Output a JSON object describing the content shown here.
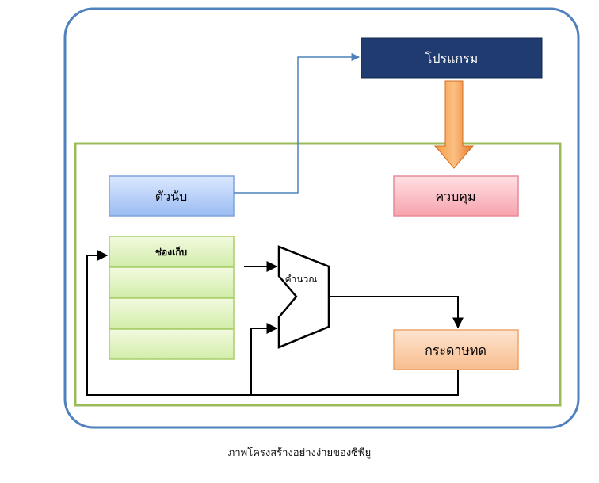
{
  "boxes": {
    "program": "โปรแกรม",
    "counter": "ตัวนับ",
    "control": "ควบคุม",
    "register": "ช่องเก็บ",
    "alu": "คำนวณ",
    "scratchpad": "กระดาษทด"
  },
  "caption": "ภาพโครงสร้างอย่างง่ายของซีพียู"
}
